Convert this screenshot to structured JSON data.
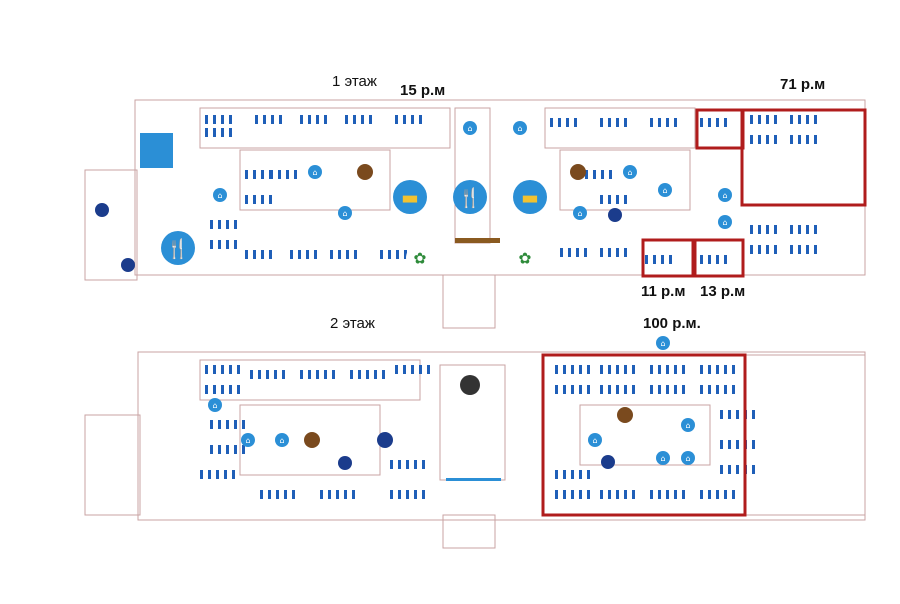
{
  "floors": [
    {
      "label": "1 этаж",
      "zones": [
        {
          "label": "15 р.м"
        },
        {
          "label": "71 р.м"
        },
        {
          "label": "11 р.м"
        },
        {
          "label": "13 р.м"
        }
      ]
    },
    {
      "label": "2 этаж",
      "zones": [
        {
          "label": "100 р.м."
        }
      ]
    }
  ],
  "icons": [
    "elevator-icon",
    "dining-icon",
    "sofa-icon",
    "plant-icon",
    "coffee-icon",
    "wardrobe-icon",
    "printer-icon",
    "wc-icon",
    "meeting-icon"
  ],
  "colors": {
    "wall": "#c9a3a3",
    "highlight": "#b01c1c",
    "desk": "#1f5fb8",
    "icon_bg": "#2b8fd6",
    "plant": "#2e8b3a"
  }
}
